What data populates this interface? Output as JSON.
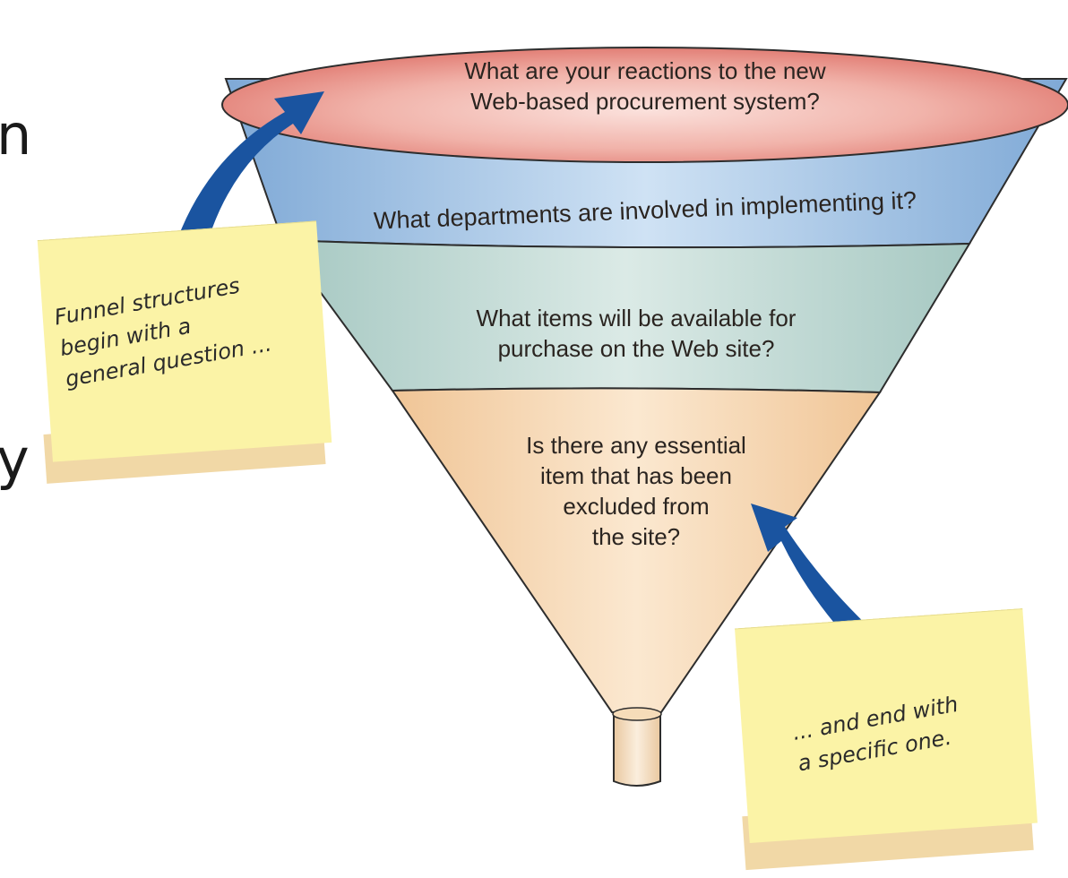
{
  "edge_text": {
    "left_line1": "n",
    "left_line2": "y"
  },
  "funnel": {
    "top": "What are your reactions to the new\nWeb-based procurement system?",
    "band2": "What departments are involved in implementing it?",
    "band3": "What items will be available for\npurchase on the Web site?",
    "band4": "Is there any essential\nitem that has been\nexcluded from\nthe site?"
  },
  "notes": {
    "left": "Funnel structures\nbegin with a\ngeneral question ...",
    "right": "... and end with\na specific one."
  },
  "colors": {
    "top": "#e8928a",
    "band2": "#a9c9e6",
    "band3": "#c6ded8",
    "band4": "#f7d9b4",
    "arrow": "#1a54a0",
    "note": "#fbf3a6"
  }
}
